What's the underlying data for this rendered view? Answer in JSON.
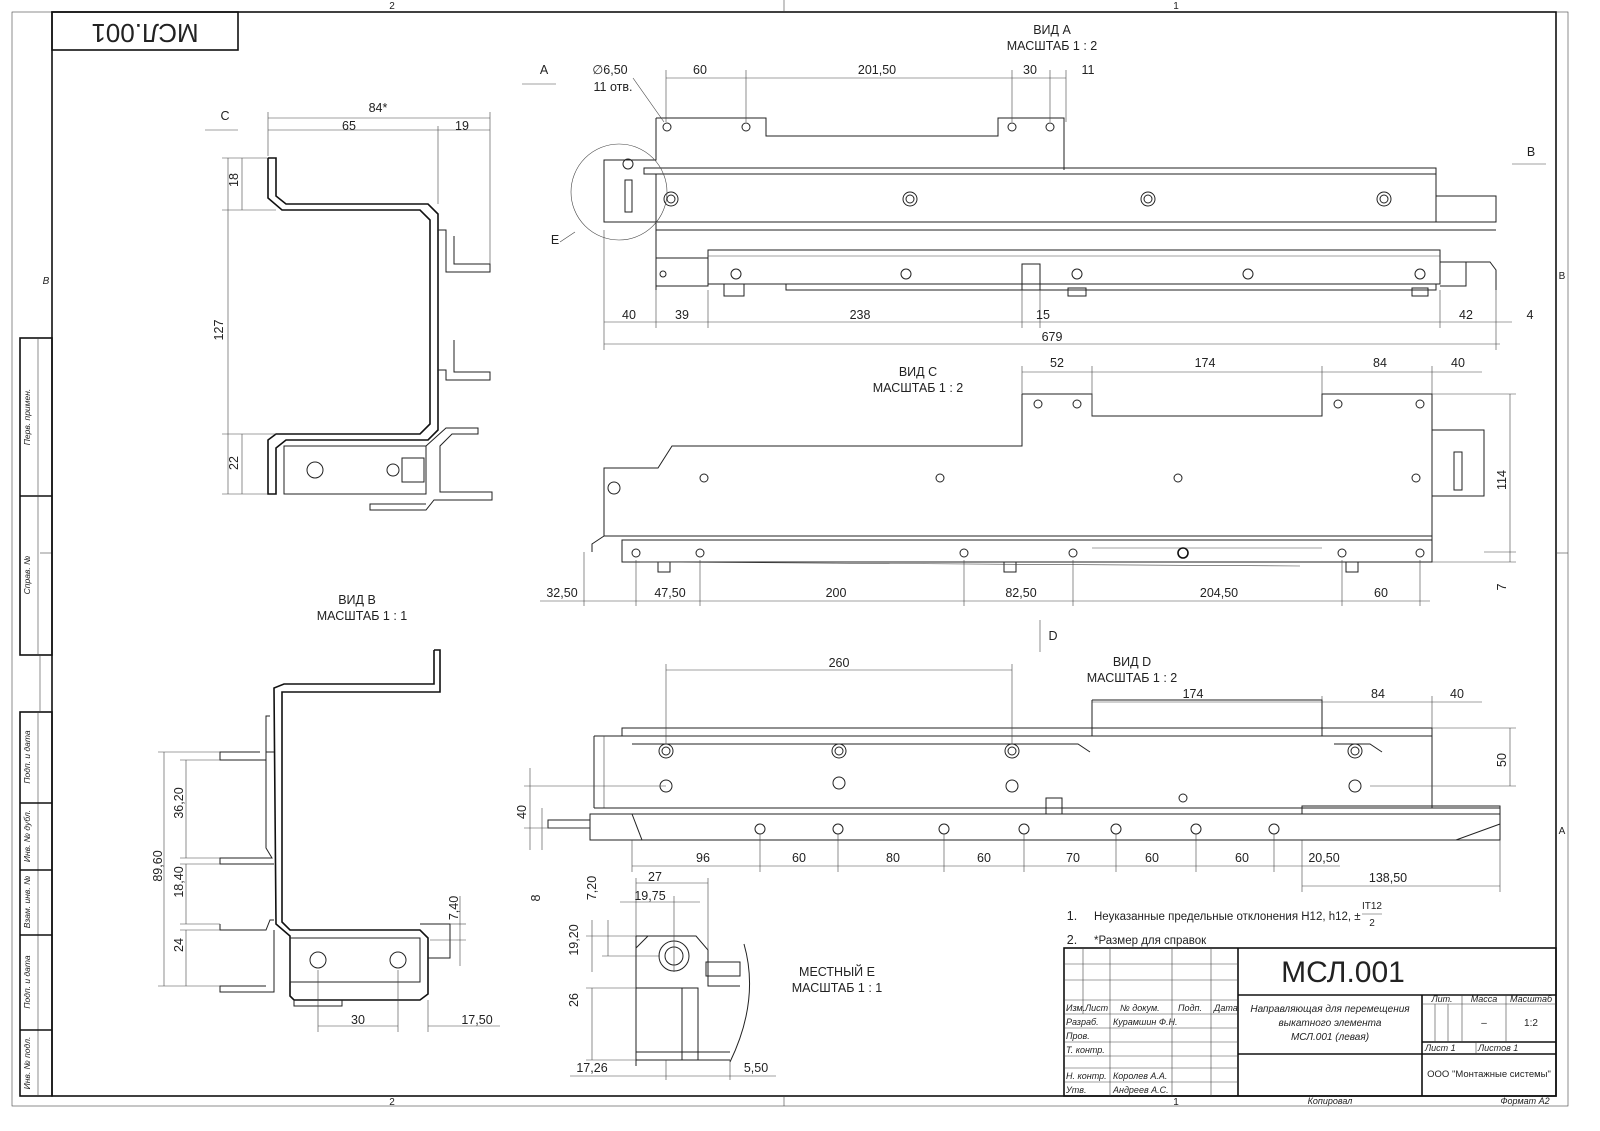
{
  "drawing_number": "МСЛ.001",
  "zones": {
    "top": [
      "2",
      "1"
    ],
    "bottom": [
      "2",
      "1"
    ],
    "left": [
      "B"
    ],
    "right": [
      "B",
      "A"
    ]
  },
  "side_stamps": [
    "Перв. примен.",
    "Справ. №",
    "Подп. и дата",
    "Инв. № дубл.",
    "Взам. инв. №",
    "Подп. и дата",
    "Инв. № подл."
  ],
  "section_arrows": {
    "a": "A",
    "b": "B",
    "c": "C",
    "d": "D",
    "e": "E"
  },
  "views": {
    "view_a": {
      "title": "ВИД А",
      "scale": "МАСШТАБ 1 : 2",
      "hole_note": [
        "∅6,50",
        "11 отв."
      ],
      "dims": [
        "60",
        "201,50",
        "30",
        "11",
        "40",
        "39",
        "238",
        "15",
        "42",
        "4",
        "679"
      ]
    },
    "view_c": {
      "title": "ВИД С",
      "scale": "МАСШТАБ 1 : 2",
      "dims": [
        "52",
        "174",
        "84",
        "40",
        "114",
        "7",
        "32,50",
        "47,50",
        "200",
        "82,50",
        "204,50",
        "60"
      ]
    },
    "view_d": {
      "title": "ВИД D",
      "scale": "МАСШТАБ 1 : 2",
      "dims": [
        "260",
        "174",
        "84",
        "40",
        "50",
        "40",
        "8",
        "96",
        "60",
        "80",
        "60",
        "70",
        "60",
        "60",
        "20,50",
        "138,50"
      ]
    },
    "side_view": {
      "dims": [
        "84*",
        "65",
        "19",
        "18",
        "127",
        "22"
      ]
    },
    "view_b": {
      "title": "ВИД В",
      "scale": "МАСШТАБ 1 : 1",
      "dims": [
        "36,20",
        "89,60",
        "18,40",
        "24",
        "7,40",
        "30",
        "17,50"
      ]
    },
    "local_e": {
      "title": "МЕСТНЫЙ Е",
      "scale": "МАСШТАБ 1 : 1",
      "dims": [
        "27",
        "19,75",
        "7,20",
        "19,20",
        "26",
        "17,26",
        "5,50"
      ]
    }
  },
  "notes": [
    {
      "num": "1.",
      "text": "Неуказанные предельные отклонения H12, h12, ±",
      "frac_top": "IT12",
      "frac_bottom": "2"
    },
    {
      "num": "2.",
      "text": "*Размер для справок"
    }
  ],
  "title_block": {
    "designation": "МСЛ.001",
    "headers": [
      "Изм.",
      "Лист",
      "№ докум.",
      "Подп.",
      "Дата"
    ],
    "roles": [
      {
        "role": "Разраб.",
        "name": "Курамшин Ф.Н."
      },
      {
        "role": "Пров.",
        "name": ""
      },
      {
        "role": "Т. контр.",
        "name": ""
      },
      {
        "role": "",
        "name": ""
      },
      {
        "role": "Н. контр.",
        "name": "Королев А.А."
      },
      {
        "role": "Утв.",
        "name": "Андреев А.С."
      }
    ],
    "name_lines": [
      "Направляющая для перемещения",
      "выкатного элемента",
      "МСЛ.001 (левая)"
    ],
    "lit_label": "Лит.",
    "mass_label": "Масса",
    "scale_label": "Масштаб",
    "mass": "–",
    "scale": "1:2",
    "sheet": "Лист 1",
    "sheets": "Листов 1",
    "organization": "ООО \"Монтажные системы\""
  },
  "footer": {
    "copied": "Копировал",
    "format": "Формат А2"
  }
}
